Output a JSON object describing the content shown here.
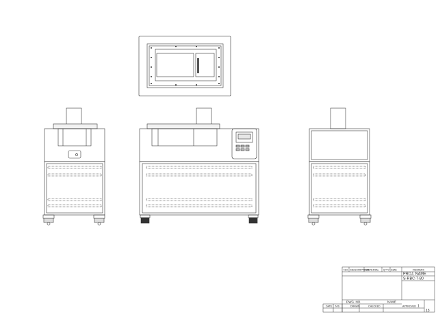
{
  "title_block": {
    "header": {
      "no": "NO.",
      "description": "DESCRIPTION",
      "material": "MATERIAL",
      "qty": "Q'TY",
      "size": "SIZE",
      "remark": "REMARK"
    },
    "project_label": "PROJ. NAME",
    "project_name": "S-RBC-7-80",
    "dwg_no_label": "DWG. NO.",
    "name_label": "NAME",
    "date_label": "DATE",
    "scale_label": "N/S",
    "drawn_label": "DRAWN",
    "checked_label": "CHECKED",
    "approved_label": "APPROVED",
    "sheet_number": "1",
    "sheet_total": "13"
  }
}
